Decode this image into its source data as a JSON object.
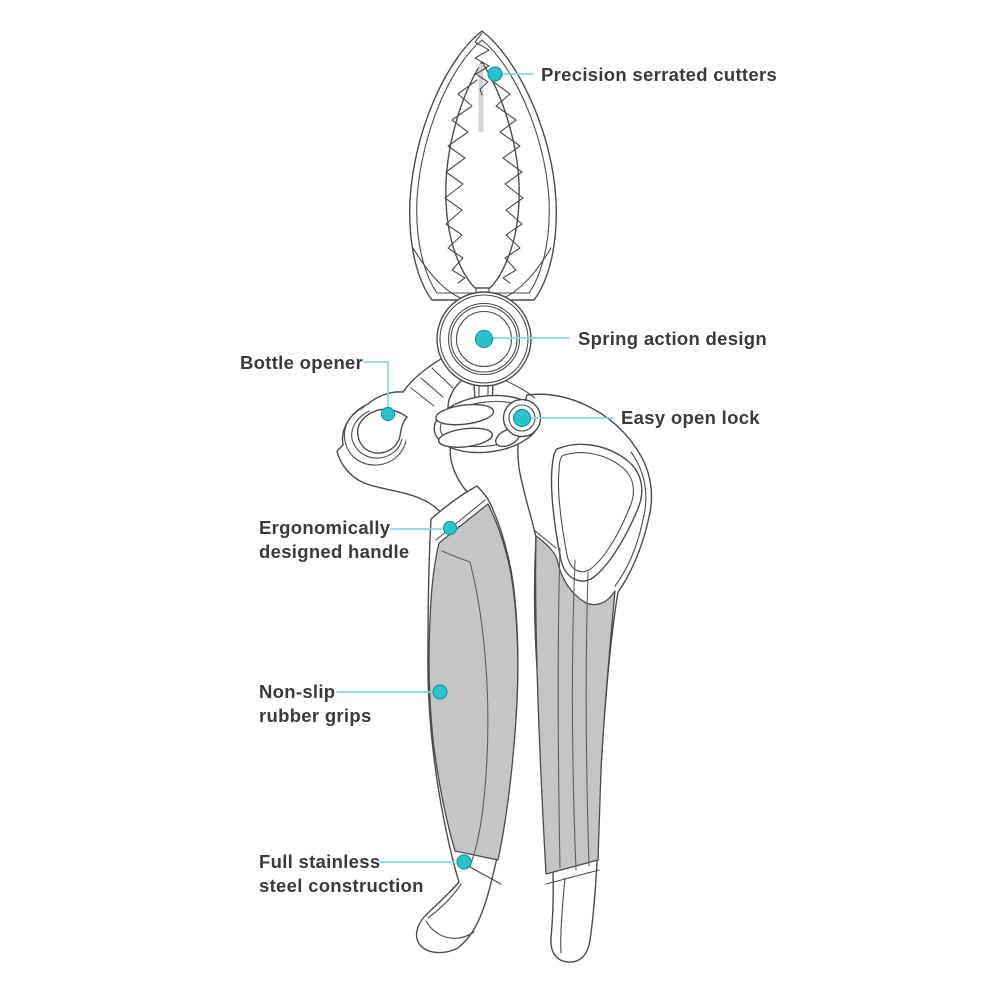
{
  "diagram": {
    "subject": "multi-tool pliers annotated diagram",
    "callouts": [
      {
        "id": "cutters",
        "label": "Precision serrated cutters",
        "lines": [
          "Precision serrated cutters"
        ],
        "side": "right"
      },
      {
        "id": "spring",
        "label": "Spring action design",
        "lines": [
          "Spring action design"
        ],
        "side": "right"
      },
      {
        "id": "bottle",
        "label": "Bottle opener",
        "lines": [
          "Bottle opener"
        ],
        "side": "left"
      },
      {
        "id": "lock",
        "label": "Easy open lock",
        "lines": [
          "Easy open lock"
        ],
        "side": "right"
      },
      {
        "id": "handle",
        "label": "Ergonomically designed handle",
        "lines": [
          "Ergonomically",
          "designed handle"
        ],
        "side": "left"
      },
      {
        "id": "grips",
        "label": "Non-slip rubber grips",
        "lines": [
          "Non-slip",
          "rubber grips"
        ],
        "side": "left"
      },
      {
        "id": "steel",
        "label": "Full stainless steel construction",
        "lines": [
          "Full stainless",
          "steel construction"
        ],
        "side": "left"
      }
    ],
    "colors": {
      "accent": "#29c3cb",
      "leader": "#86d8e8",
      "outline": "#4b4b4d",
      "grip_fill": "#c5c5c7",
      "label_text": "#3a3a3c",
      "background": "#ffffff"
    }
  }
}
